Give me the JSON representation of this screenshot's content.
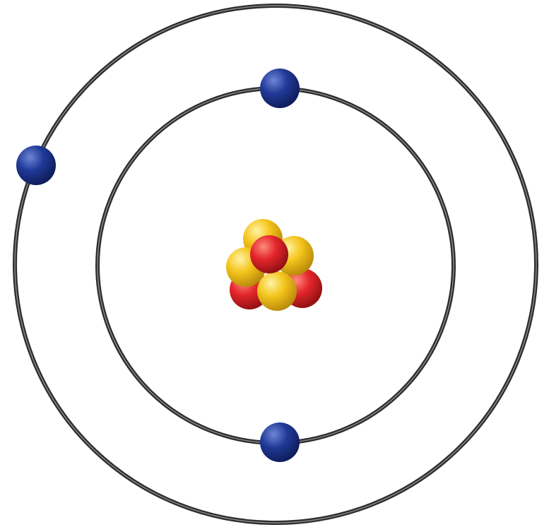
{
  "diagram": {
    "colors": {
      "background": "#ffffff",
      "orbit": "#2e2e2e",
      "orbit_highlight": "#9a9a9a",
      "electron": "#1f3a93",
      "proton": "#e3262b",
      "neutron": "#f2c21b"
    },
    "shells": [
      {
        "name": "inner-shell",
        "electrons": 2
      },
      {
        "name": "outer-shell",
        "electrons": 1
      }
    ],
    "nucleus": {
      "protons": 3,
      "neutrons": 4
    }
  }
}
